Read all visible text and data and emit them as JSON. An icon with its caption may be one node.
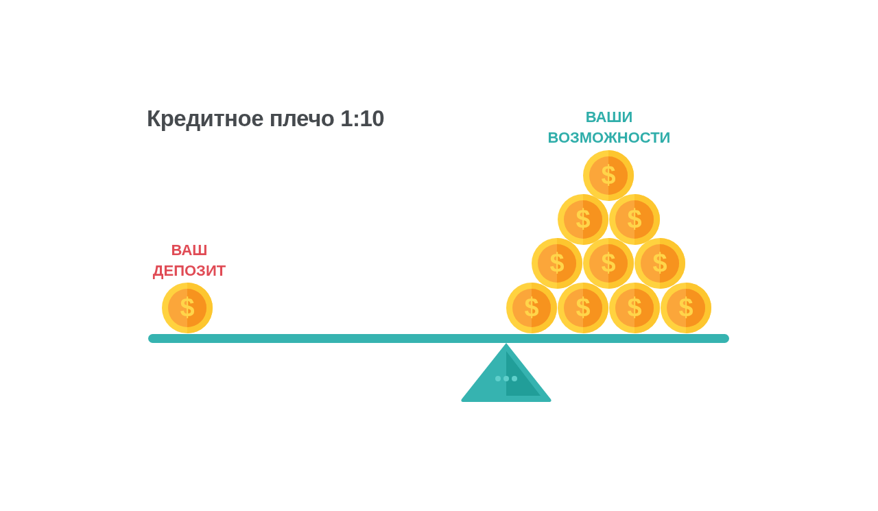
{
  "diagram": {
    "title": "Кредитное плечо 1:10",
    "labels": [
      "ВАШИ ВОЗМОЖНОСТИ",
      "$",
      "$",
      "$",
      "ВАШ ДЕПОЗИТ",
      "$",
      "$",
      "$",
      "$",
      "$",
      "$",
      "$",
      "$"
    ]
  }
}
